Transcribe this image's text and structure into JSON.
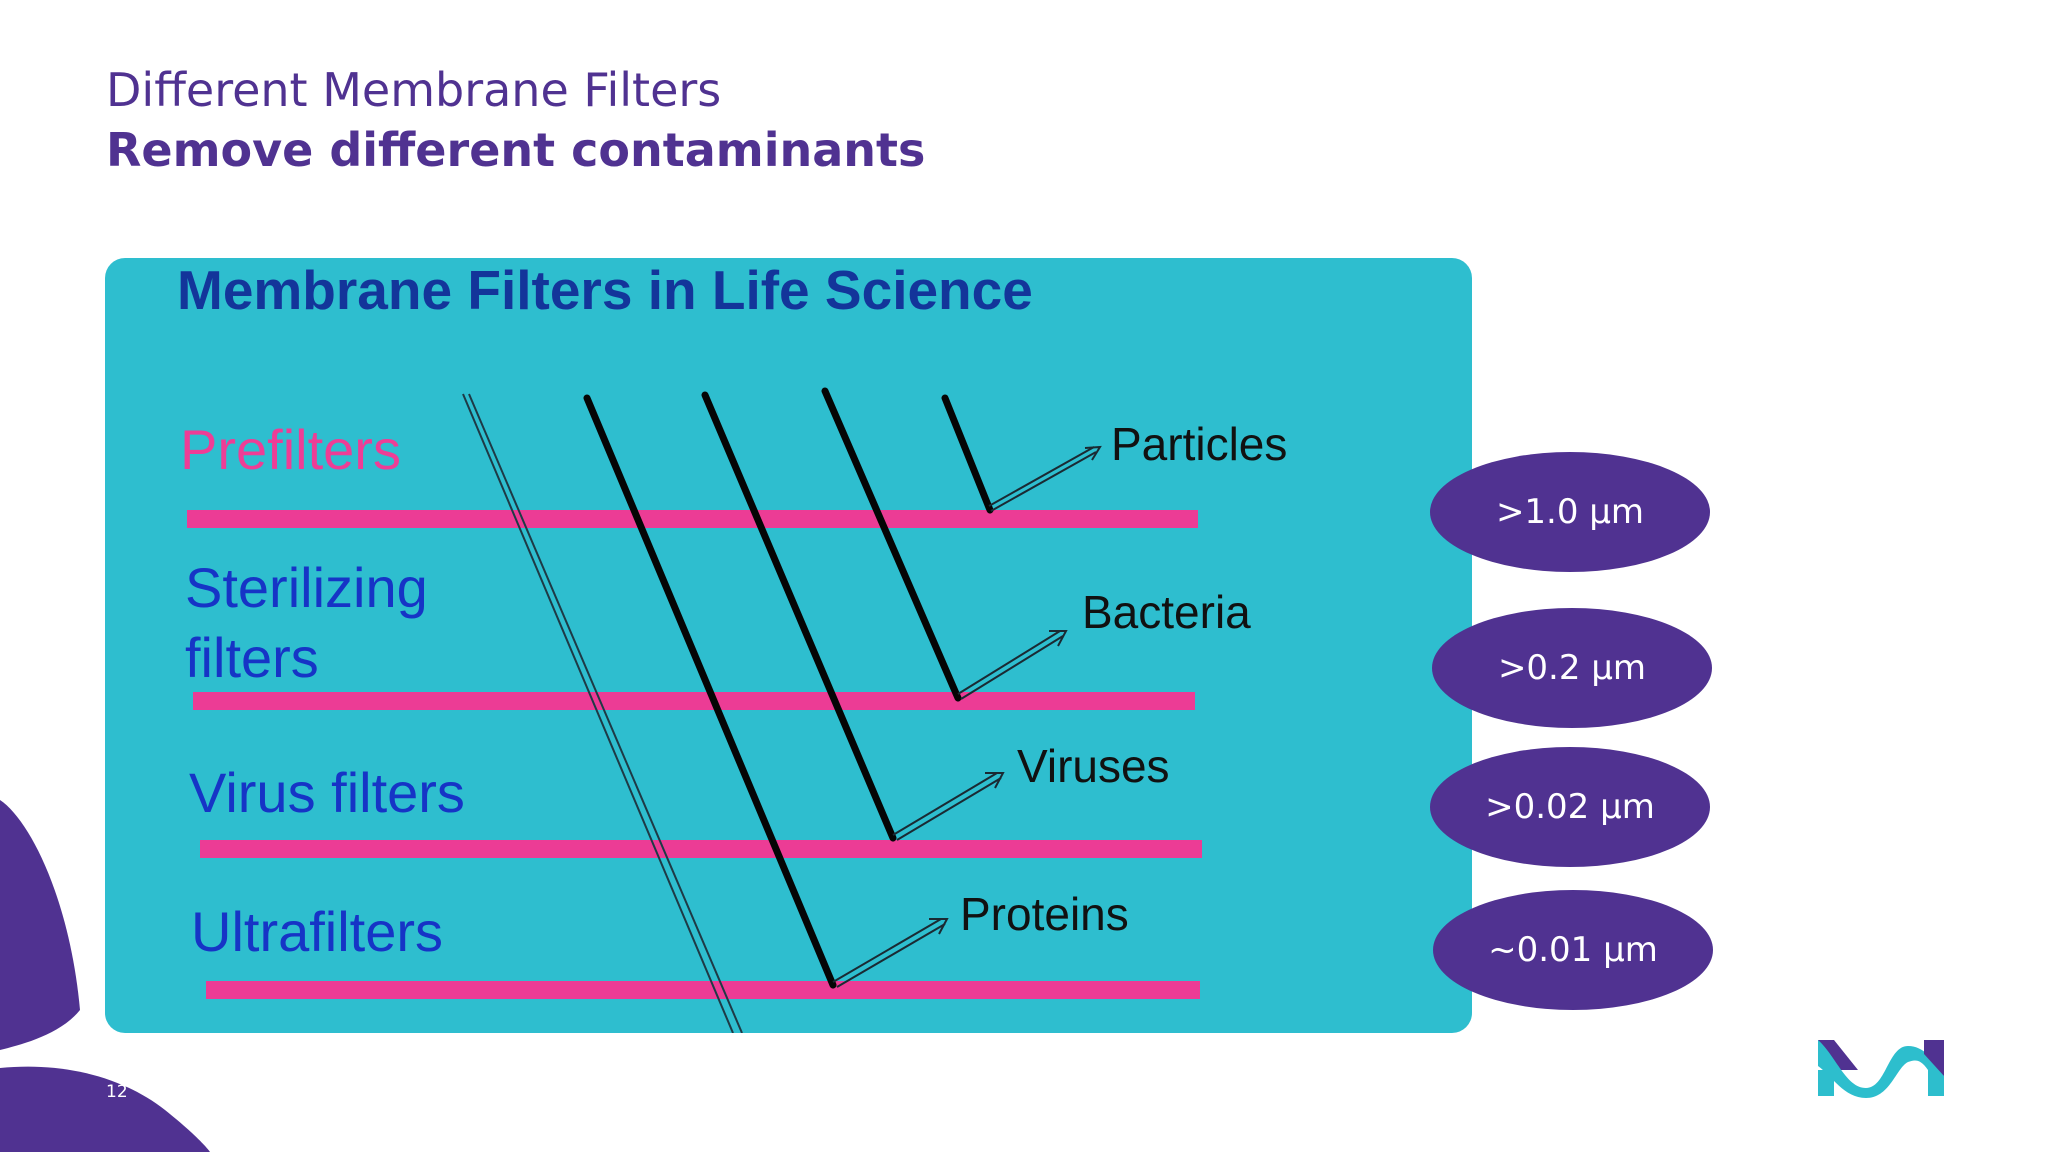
{
  "header": {
    "title": "Different Membrane Filters",
    "subtitle": "Remove different contaminants"
  },
  "diagram": {
    "title": "Membrane Filters in Life Science",
    "filters": [
      {
        "label": "Prefilters"
      },
      {
        "label_line1": "Sterilizing",
        "label_line2": "filters"
      },
      {
        "label": "Virus filters"
      },
      {
        "label": "Ultrafilters"
      }
    ],
    "contaminants": [
      "Particles",
      "Bacteria",
      "Viruses",
      "Proteins"
    ],
    "colors": {
      "panel": "#2ebecf",
      "bar": "#ec3c95",
      "filter_label": "#1634c6",
      "prefilter_label": "#ee3d96",
      "title": "#13359a"
    }
  },
  "sizes": [
    ">1.0 µm",
    ">0.2 µm",
    ">0.02 µm",
    "~0.01 µm"
  ],
  "slide_number": "12",
  "brand": {
    "primary": "#503291",
    "accent_teal": "#2dbecd",
    "logo_icon": "brand-m-logo-icon"
  }
}
